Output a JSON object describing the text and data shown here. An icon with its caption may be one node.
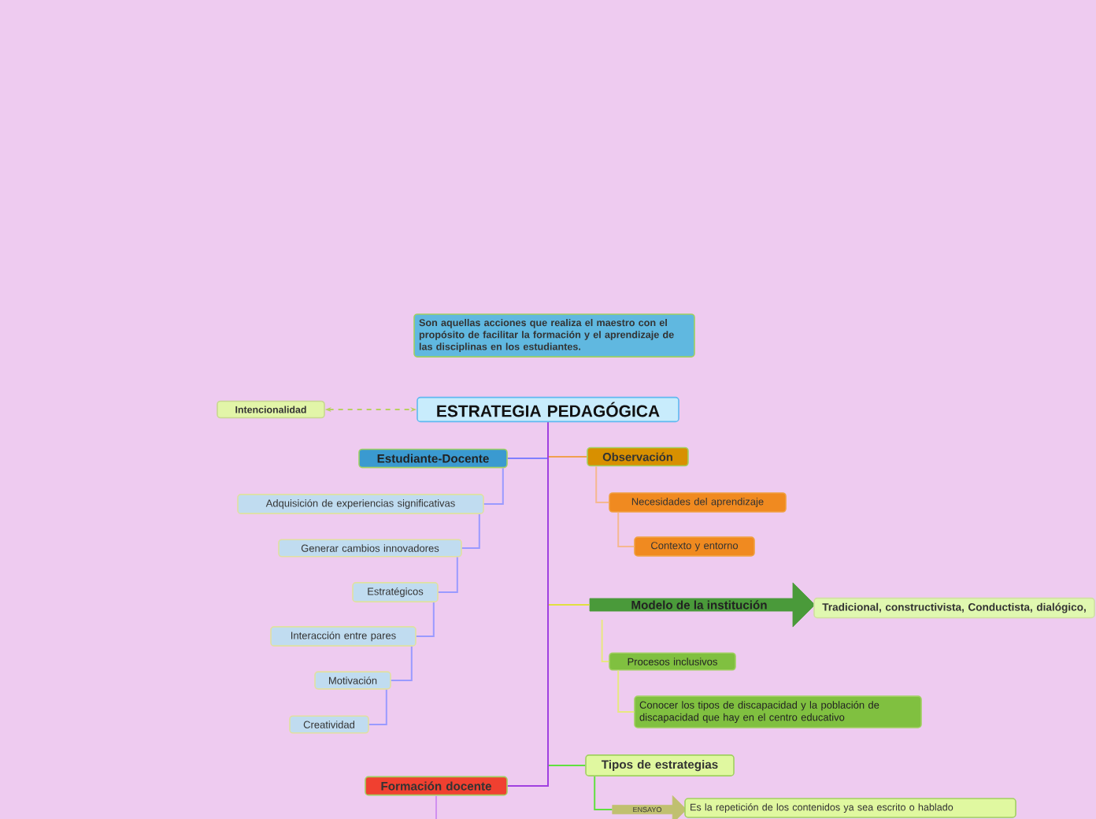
{
  "diagram": {
    "nodes": [
      {
        "text": [
          "Son aquellas acciones que realiza el maestro con el propósito de facilitar la formación y el aprendizaje de las disciplinas en los estudiantes."
        ]
      },
      {
        "text": [
          "Intencionalidad"
        ]
      },
      {
        "text": [
          "ESTRATEGIA PEDAGÓGICA"
        ]
      },
      {
        "text": [
          "Estudiante-Docente"
        ]
      },
      {
        "text": [
          "Adquisición de experiencias significativas"
        ]
      },
      {
        "text": [
          "Generar cambios innovadores"
        ]
      },
      {
        "text": [
          "Estratégicos"
        ]
      },
      {
        "text": [
          "Interacción entre pares"
        ]
      },
      {
        "text": [
          "Motivación"
        ]
      },
      {
        "text": [
          "Creatividad"
        ]
      },
      {
        "text": [
          "Observación"
        ]
      },
      {
        "text": [
          "Necesidades del aprendizaje"
        ]
      },
      {
        "text": [
          "Contexto y entorno"
        ]
      },
      {
        "text": [
          "Modelo de la institución"
        ]
      },
      {
        "text": [
          "Tradicional, constructivista, Conductista, dialógico,"
        ]
      },
      {
        "text": [
          "Procesos inclusivos"
        ]
      },
      {
        "text": [
          "Conocer los tipos de discapacidad y la población de discapacidad que hay en el centro educativo"
        ]
      },
      {
        "text": [
          "Formación docente"
        ]
      },
      {
        "text": [
          "Tipos de estrategias"
        ]
      },
      {
        "text": [
          "ENSAYO"
        ]
      },
      {
        "text": [
          "Es la repetición de los contenidos ya sea escrito o hablado"
        ]
      }
    ],
    "edges": [
      {
        "from": 1,
        "to": 2,
        "arrow": "both",
        "style": "dashed",
        "color": "#b8d060"
      },
      {
        "from": 2,
        "to": 3,
        "arrow": "none",
        "color": "#8080ff"
      },
      {
        "from": 3,
        "to": 4,
        "arrow": "none",
        "color": "#9a9aff"
      },
      {
        "from": 4,
        "to": 5,
        "arrow": "none",
        "color": "#9a9aff"
      },
      {
        "from": 5,
        "to": 6,
        "arrow": "none",
        "color": "#9a9aff"
      },
      {
        "from": 6,
        "to": 7,
        "arrow": "none",
        "color": "#9a9aff"
      },
      {
        "from": 7,
        "to": 8,
        "arrow": "none",
        "color": "#9a9aff"
      },
      {
        "from": 8,
        "to": 9,
        "arrow": "none",
        "color": "#9a9aff"
      },
      {
        "from": 2,
        "to": 10,
        "arrow": "none",
        "color": "#f0a050"
      },
      {
        "from": 10,
        "to": 11,
        "arrow": "none",
        "color": "#f5b890"
      },
      {
        "from": 11,
        "to": 12,
        "arrow": "none",
        "color": "#f5b890"
      },
      {
        "from": 2,
        "to": 13,
        "arrow": "none",
        "color": "#e0e040"
      },
      {
        "from": 13,
        "to": 15,
        "arrow": "none",
        "color": "#e8e880"
      },
      {
        "from": 15,
        "to": 16,
        "arrow": "none",
        "color": "#e8e880"
      },
      {
        "from": 2,
        "to": 17,
        "arrow": "none",
        "color": "#a040e0"
      },
      {
        "from": 2,
        "to": 18,
        "arrow": "none",
        "color": "#60e040"
      },
      {
        "from": 18,
        "to": 19,
        "arrow": "none",
        "color": "#60e040"
      },
      {
        "from": 17,
        "to": null,
        "arrow": "none",
        "color": "#d090f0"
      }
    ]
  }
}
